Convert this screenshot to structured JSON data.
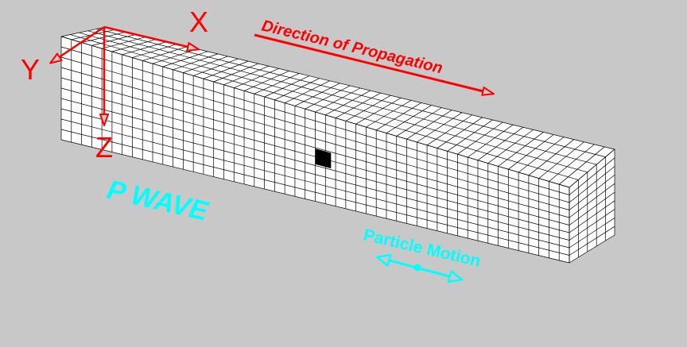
{
  "title": "P WAVE",
  "propagation_label": "Direction of Propagation",
  "particle_motion_label": "Particle Motion",
  "axes": {
    "x": "X",
    "y": "Y",
    "z": "Z"
  },
  "grid": {
    "length_cells": 50,
    "width_cells": 5,
    "depth_cells": 10
  },
  "colors": {
    "background": "#c8c8c8",
    "block_face": "#ffffff",
    "grid_line": "#000000",
    "axis": "#ff0000",
    "title": "#00ffff",
    "highlight_cell": "#000000"
  }
}
